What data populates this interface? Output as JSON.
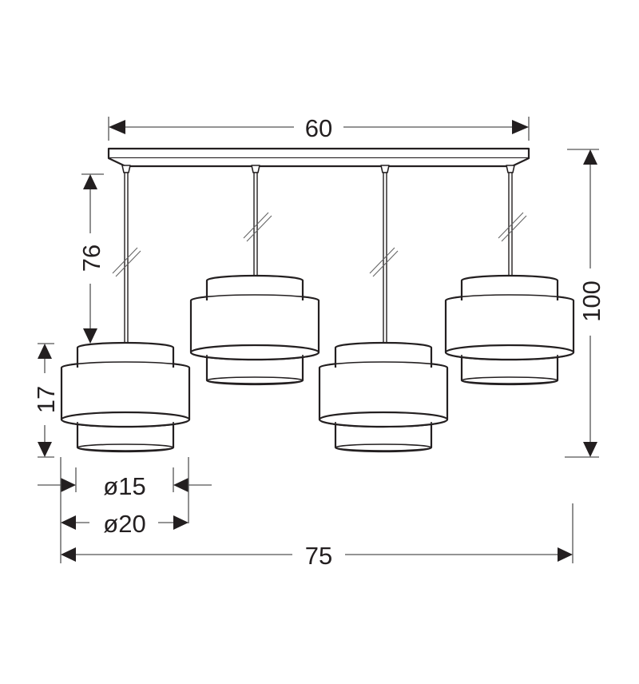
{
  "product": {
    "type": "pendant-lamp",
    "lamp_count": 4,
    "shade_style": "three-tier cylindrical drum"
  },
  "dimensions": {
    "canopy_width": {
      "label": "60",
      "value": 60
    },
    "overall_width": {
      "label": "75",
      "value": 75
    },
    "max_height": {
      "label": "100",
      "value": 100
    },
    "cable_length": {
      "label": "76",
      "value": 76
    },
    "shade_height": {
      "label": "17",
      "value": 17
    },
    "inner_diameter": {
      "label": "ø15",
      "value": 15
    },
    "outer_diameter": {
      "label": "ø20",
      "value": 20
    }
  },
  "colors": {
    "line": "#231f20",
    "dimension_line": "#555555",
    "background": "#ffffff"
  }
}
